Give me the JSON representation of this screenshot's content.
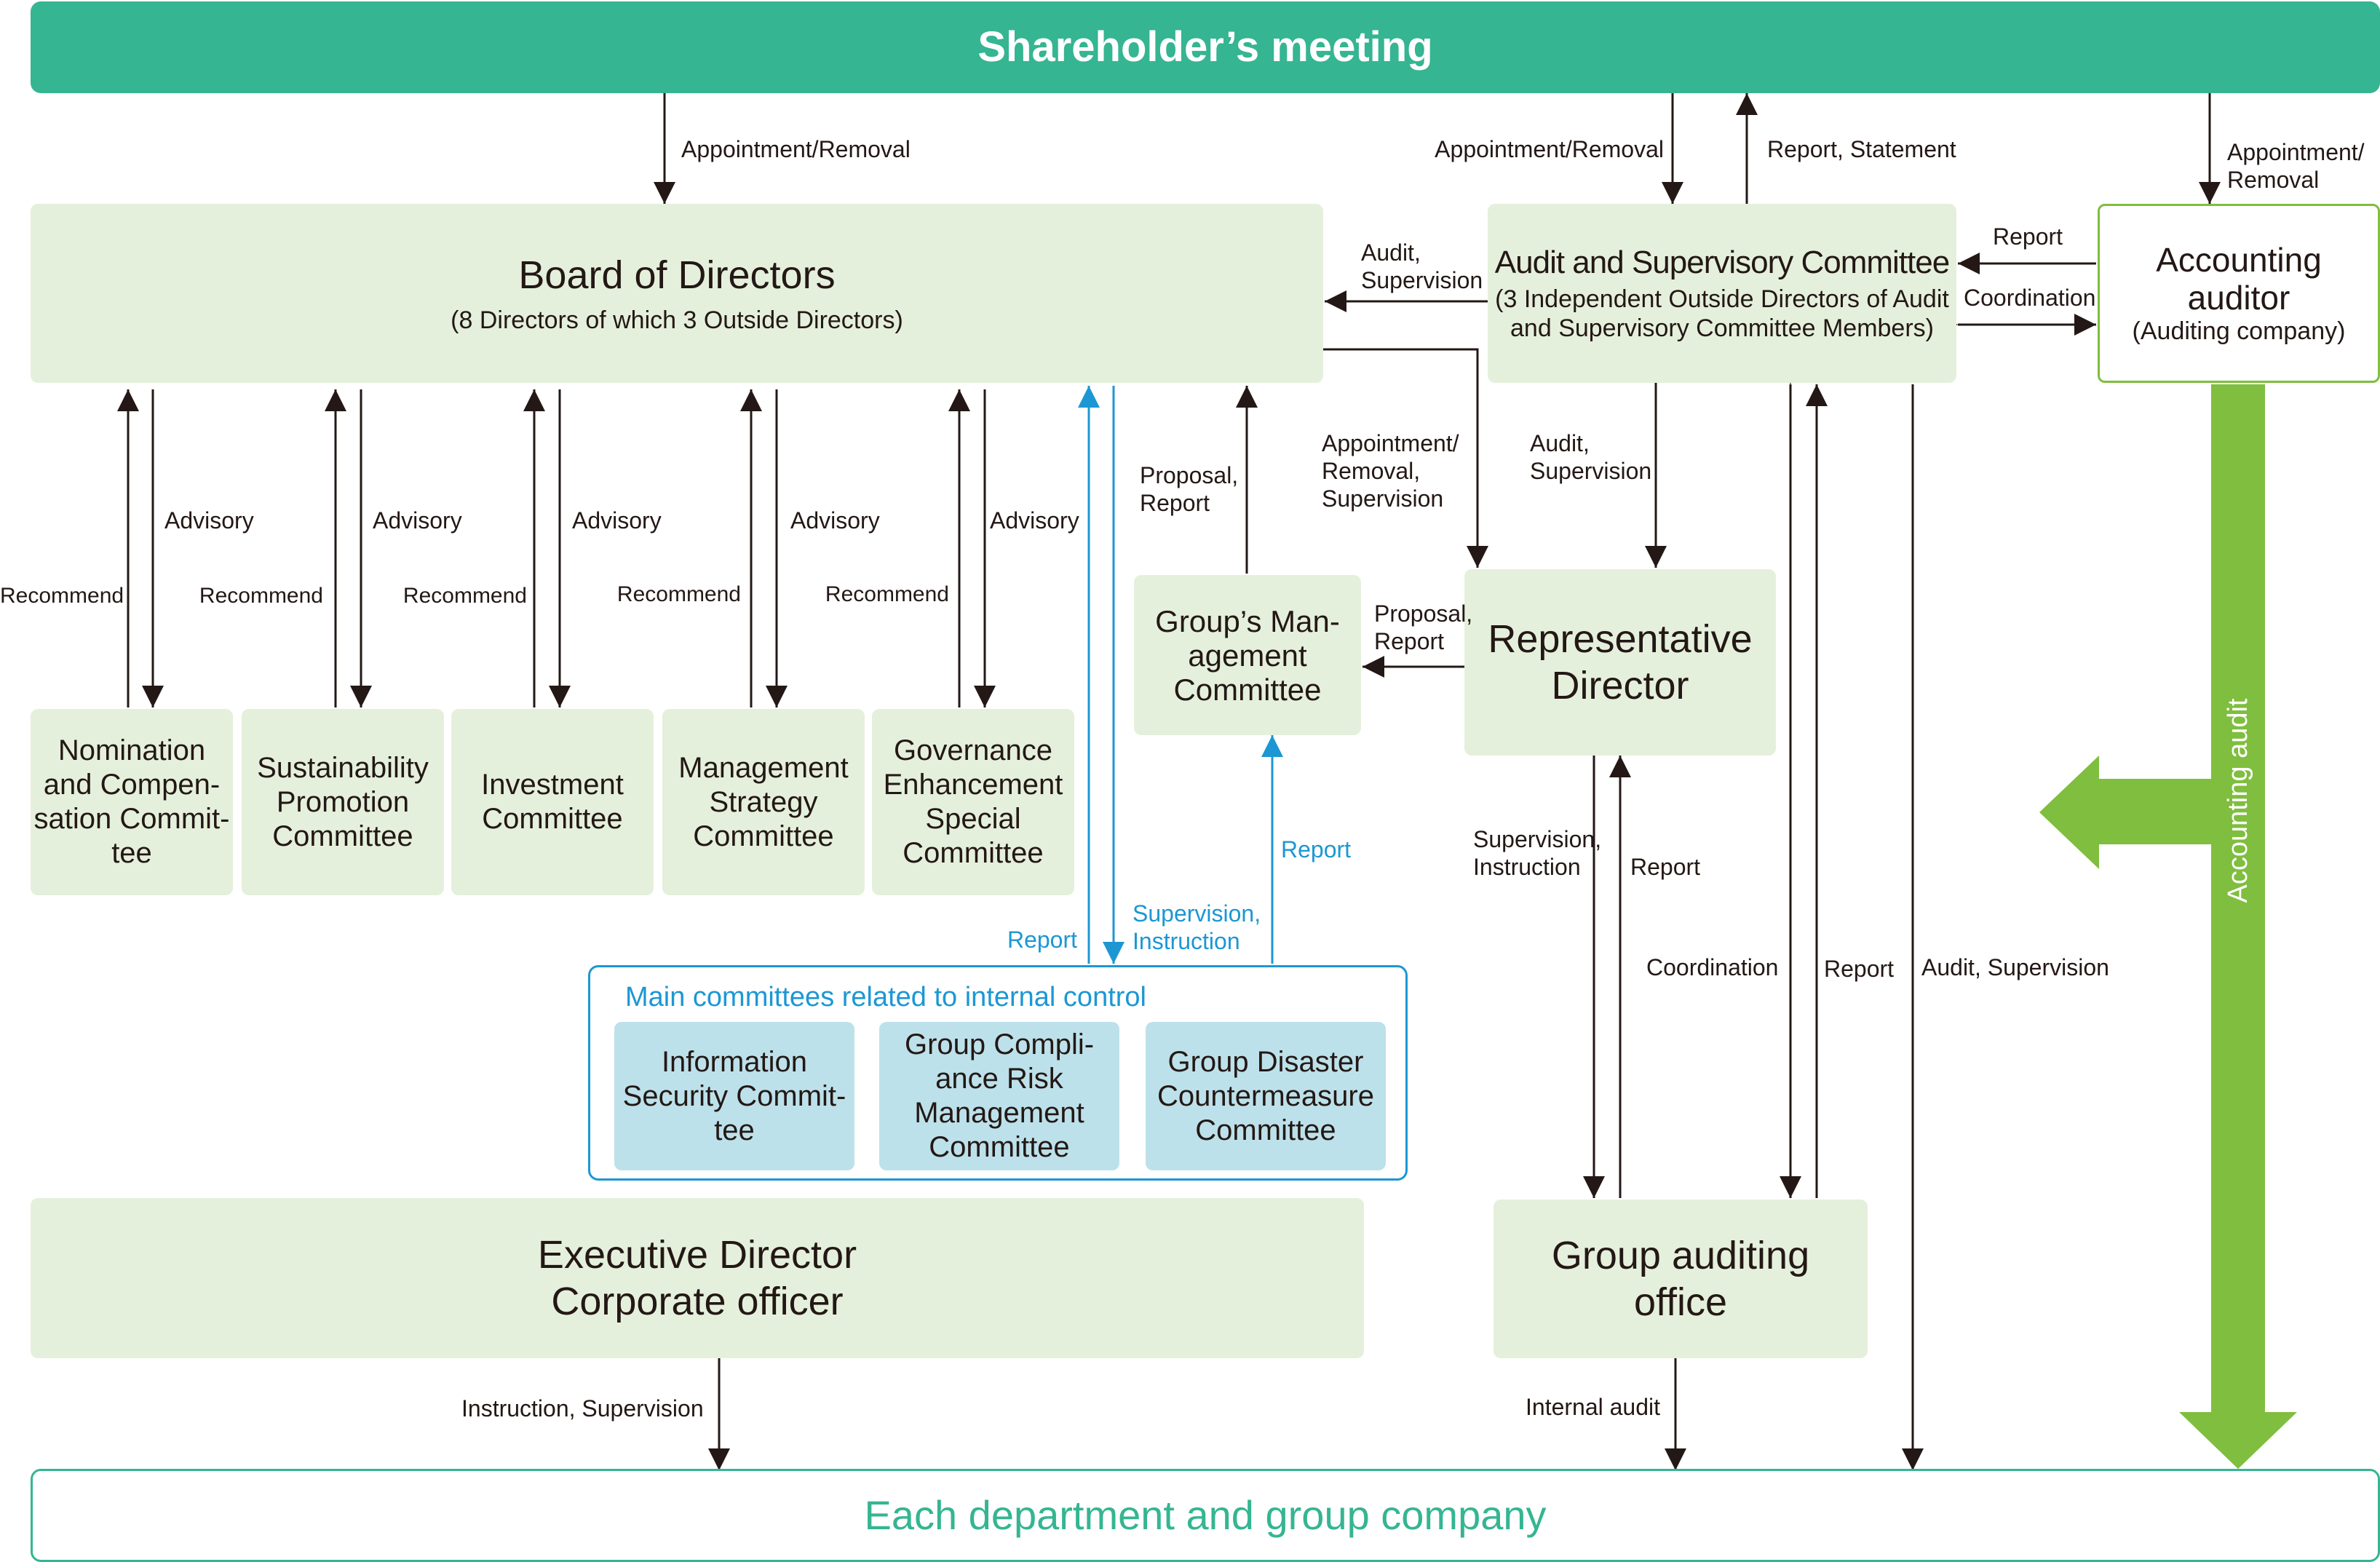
{
  "header": {
    "title": "Shareholder’s meeting"
  },
  "board": {
    "title": "Board of Directors",
    "subtitle": "(8 Directors of which 3 Outside Directors)"
  },
  "audit_committee": {
    "title": "Audit and Supervisory Committee",
    "subtitle": "(3 Independent Outside Directors of Audit\nand Supervisory Committee Members)"
  },
  "accounting_auditor": {
    "title": "Accounting\nauditor",
    "subtitle": "(Auditing company)"
  },
  "advisory_committees": [
    {
      "name": "Nomination\nand Compen-\nsation Commit-\ntee"
    },
    {
      "name": "Sustainability\nPromotion\nCommittee"
    },
    {
      "name": "Investment\nCommittee"
    },
    {
      "name": "Management\nStrategy\nCommittee"
    },
    {
      "name": "Governance\nEnhancement\nSpecial\nCommittee"
    }
  ],
  "group_mgmt": {
    "title": "Group’s Man-\nagement\nCommittee"
  },
  "rep_director": {
    "title": "Representative\nDirector"
  },
  "internal_control": {
    "title": "Main committees related to internal control",
    "committees": [
      {
        "name": "Information\nSecurity Commit-\ntee"
      },
      {
        "name": "Group Compli-\nance Risk\nManagement\nCommittee"
      },
      {
        "name": "Group Disaster\nCountermeasure\nCommittee"
      }
    ]
  },
  "executive": {
    "title": "Executive Director\nCorporate officer"
  },
  "group_audit_office": {
    "title": "Group auditing\noffice"
  },
  "departments": {
    "title": "Each department and group company"
  },
  "labels": {
    "appointment_removal": "Appointment/Removal",
    "appointment_removal_audit": "Appointment/Removal",
    "report_statement": "Report, Statement",
    "appointment_removal_accounting": "Appointment/\nRemoval",
    "audit_supervision_board": "Audit,\nSupervision",
    "report_acc": "Report",
    "coordination_acc": "Coordination",
    "advisory": "Advisory",
    "recommend": "Recommend",
    "proposal_report_board": "Proposal,\nReport",
    "appointment_removal_supervision": "Appointment/\nRemoval,\nSupervision",
    "audit_supervision_rep": "Audit,\nSupervision",
    "proposal_report_group": "Proposal,\nReport",
    "report_ic": "Report",
    "supervision_instruction_ic": "Supervision,\nInstruction",
    "report_group_mgmt": "Report",
    "supervision_instruction_rep": "Supervision,\nInstruction",
    "report_rep": "Report",
    "coordination_office": "Coordination",
    "report_office": "Report",
    "audit_supervision_dept": "Audit, Supervision",
    "accounting_audit": "Accounting audit",
    "instruction_supervision": "Instruction, Supervision",
    "internal_audit": "Internal audit"
  },
  "colors": {
    "header": "#35b592",
    "light_green": "#e5f0dc",
    "light_blue": "#bde1ea",
    "arrow_green": "#7fbe3e",
    "blue": "#1c97d4",
    "line": "#231815"
  }
}
